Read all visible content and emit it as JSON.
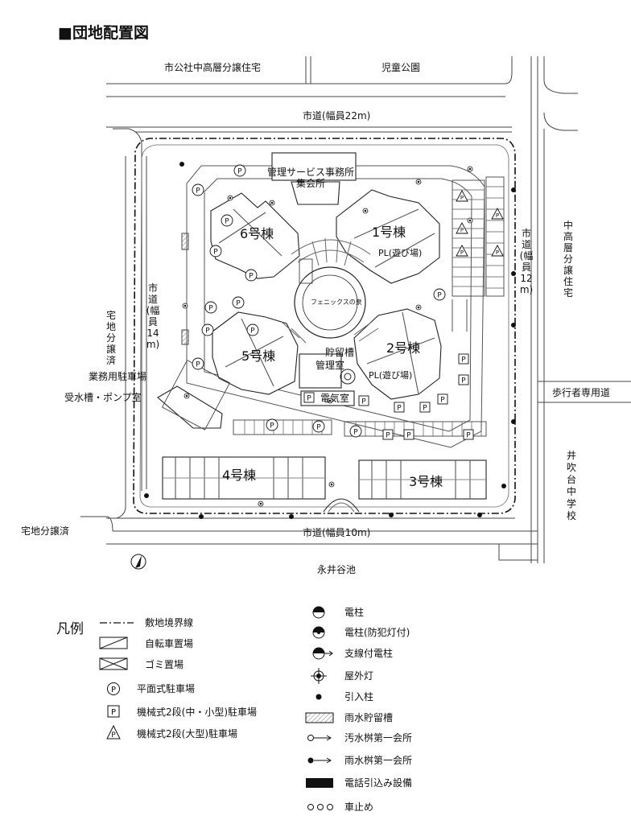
{
  "title": "■団地配置図",
  "surroundings": {
    "north_left": "市公社中高層分譲住宅",
    "north_right": "児童公園",
    "road_north": "市道(幅員22m)",
    "road_east": [
      "市",
      "道",
      "(幅",
      "員",
      "12",
      "m)"
    ],
    "east_housing": [
      "中",
      "高",
      "層",
      "分",
      "譲",
      "住",
      "宅"
    ],
    "road_west": [
      "市",
      "道",
      "(幅",
      "員",
      "14",
      "m)"
    ],
    "west_housing": [
      "宅",
      "地",
      "分",
      "譲",
      "済"
    ],
    "pedestrian_road": "歩行者専用道",
    "school": [
      "井",
      "吹",
      "台",
      "中",
      "学",
      "校"
    ],
    "road_south": "市道(幅員10m)",
    "southwest": "宅地分譲済",
    "pond": "永井谷池"
  },
  "facilities": {
    "management_office": "管理サービス事務所",
    "meeting_hall": "集会所",
    "building_6": "6号棟",
    "building_1": "1号棟",
    "building_5": "5号棟",
    "building_2": "2号棟",
    "building_4": "4号棟",
    "building_3": "3号棟",
    "playground_1": "PL(遊び場)",
    "playground_2": "PL(遊び場)",
    "fountain": "フェニックスの泉",
    "storage_tank": "貯留槽",
    "control_room": "管理室",
    "electric_room": "電気室",
    "business_parking": "業務用駐車場",
    "water_pump": "受水槽・ポンプ室",
    "parking_mark": "P"
  },
  "legend": {
    "title": "凡例",
    "items_left": [
      {
        "icon": "boundary-line",
        "label": "敷地境界線"
      },
      {
        "icon": "bicycle-parking",
        "label": "自転車置場"
      },
      {
        "icon": "garbage-area",
        "label": "ゴミ置場"
      },
      {
        "icon": "flat-parking",
        "label": "平面式駐車場"
      },
      {
        "icon": "mechanical-parking-small",
        "label": "機械式2段(中・小型)駐車場"
      },
      {
        "icon": "mechanical-parking-large",
        "label": "機械式2段(大型)駐車場"
      }
    ],
    "items_right": [
      {
        "icon": "utility-pole",
        "label": "電柱"
      },
      {
        "icon": "utility-pole-light",
        "label": "電柱(防犯灯付)"
      },
      {
        "icon": "guyed-pole",
        "label": "支線付電柱"
      },
      {
        "icon": "outdoor-light",
        "label": "屋外灯"
      },
      {
        "icon": "service-post",
        "label": "引入柱"
      },
      {
        "icon": "rainwater-tank",
        "label": "雨水貯留槽"
      },
      {
        "icon": "sewage-manhole",
        "label": "汚水桝第一会所"
      },
      {
        "icon": "rainwater-manhole",
        "label": "雨水桝第一会所"
      },
      {
        "icon": "telephone-inlet",
        "label": "電話引込み設備"
      },
      {
        "icon": "car-stop",
        "label": "車止め"
      }
    ],
    "flat_p": "P",
    "mech_p": "P",
    "large_p": "P"
  },
  "colors": {
    "ink": "#111111",
    "paper": "#ffffff",
    "hatch": "#777777"
  }
}
